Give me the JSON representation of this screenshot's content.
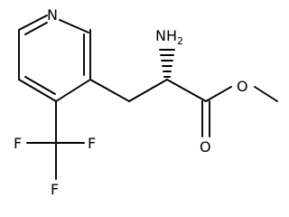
{
  "molecule": {
    "atoms": {
      "nitrogen_ring": "N",
      "amine": "NH",
      "amine_subscript": "2",
      "ester_oxygen": "O",
      "carbonyl_oxygen": "O",
      "fluorine_left": "F",
      "fluorine_bottom": "F",
      "fluorine_right": "F"
    }
  }
}
